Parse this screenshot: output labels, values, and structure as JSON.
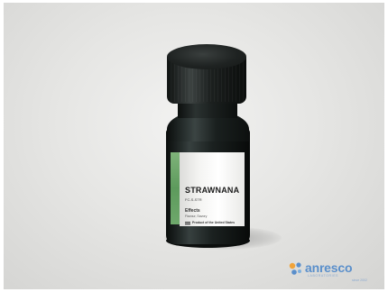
{
  "bottle_label": {
    "product_name": "STRAWNANA",
    "product_code": "FC-S-STR",
    "category": "Effects",
    "subcategory": "Flavour, Savory",
    "origin": "Product of the United States"
  },
  "logo": {
    "name": "anresco",
    "tagline": "LABORATORIES",
    "since": "since 2002"
  },
  "colors": {
    "bottle": "#1b2120",
    "label_stripe": "#6ea86b",
    "logo_text": "#5a8fcb",
    "background": "#e6e6e4"
  }
}
